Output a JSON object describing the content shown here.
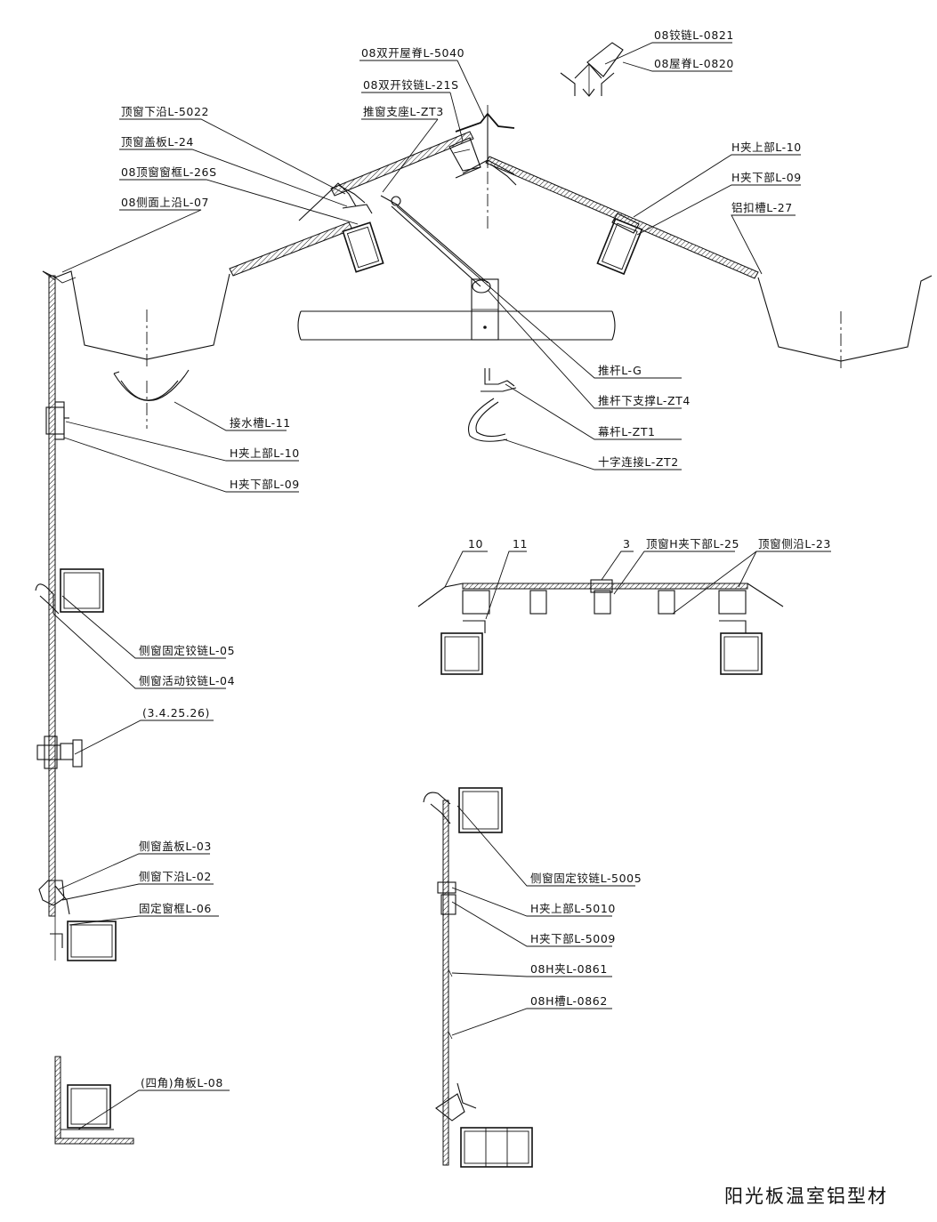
{
  "title": "阳光板温室铝型材",
  "labels": {
    "l_0821": "08铰链L-0821",
    "l_0820": "08屋脊L-0820",
    "l_5040": "08双开屋脊L-5040",
    "l_21s": "08双开铰链L-21S",
    "l_zt3": "推窗支座L-ZT3",
    "l_5022": "顶窗下沿L-5022",
    "l_24": "顶窗盖板L-24",
    "l_26s": "08顶窗窗框L-26S",
    "l_07": "08侧面上沿L-07",
    "l_10_top": "H夹上部L-10",
    "l_09_top": "H夹下部L-09",
    "l_27": "铝扣槽L-27",
    "l_g": "推杆L-G",
    "l_zt4": "推杆下支撑L-ZT4",
    "l_zt1": "幕杆L-ZT1",
    "l_zt2": "十字连接L-ZT2",
    "l_11": "接水槽L-11",
    "l_10_left": "H夹上部L-10",
    "l_09_left": "H夹下部L-09",
    "sec_10": "10",
    "sec_11": "11",
    "sec_3": "3",
    "l_25": "顶窗H夹下部L-25",
    "l_23": "顶窗侧沿L-23",
    "l_05": "侧窗固定铰链L-05",
    "l_04": "侧窗活动铰链L-04",
    "l_multi": "(3.4.25.26)",
    "l_03": "侧窗盖板L-03",
    "l_02": "侧窗下沿L-02",
    "l_06": "固定窗框L-06",
    "l_08": "(四角)角板L-08",
    "l_5005": "侧窗固定铰链L-5005",
    "l_5010": "H夹上部L-5010",
    "l_5009": "H夹下部L-5009",
    "l_0861": "08H夹L-0861",
    "l_0862": "08H槽L-0862"
  }
}
